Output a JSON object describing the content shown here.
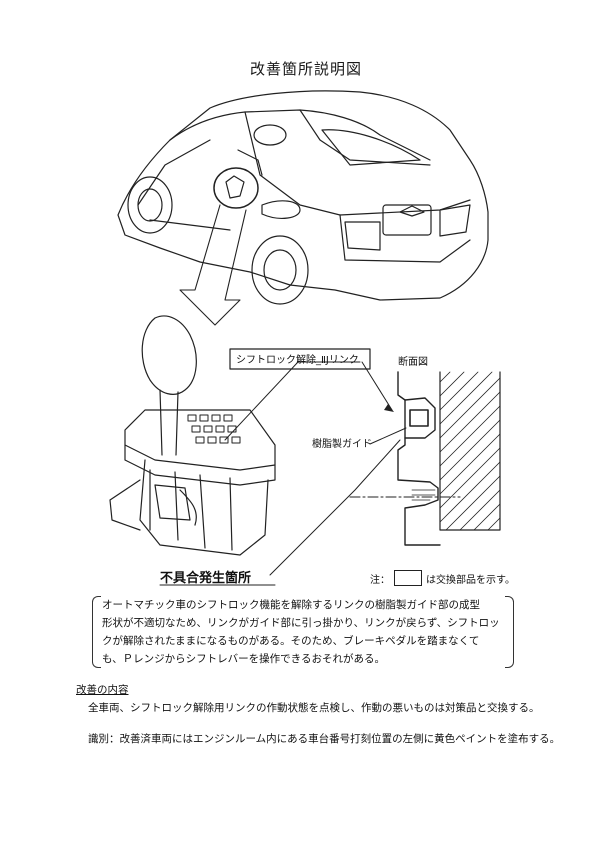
{
  "document": {
    "title": "改善箇所説明図"
  },
  "diagram": {
    "callout_link_label": "シフトロック解除_ⅡJリンク",
    "section_view_label": "断面図",
    "resin_guide_label": "樹脂製ガイド",
    "defect_location_label": "不具合発生箇所"
  },
  "note": {
    "prefix": "注：",
    "suffix": "は交換部品を示す。"
  },
  "defect_description": {
    "lines": [
      "オートマチック車のシフトロック機能を解除するリンクの樹脂製ガイド部の成型",
      "形状が不適切なため、リンクがガイド部に引っ掛かり、リンクが戻らず、シフトロッ",
      "クが解除されたままになるものがある。そのため、ブレーキペダルを踏まなくて",
      "も、Ｐレンジからシフトレバーを操作できるおそれがある。"
    ]
  },
  "improvement": {
    "heading": "改善の内容",
    "body": "全車両、シフトロック解除用リンクの作動状態を点検し、作動の悪いものは対策品と交換する。",
    "identification": "識別：改善済車両にはエンジンルーム内にある車台番号打刻位置の左側に黄色ペイントを塗布する。"
  }
}
